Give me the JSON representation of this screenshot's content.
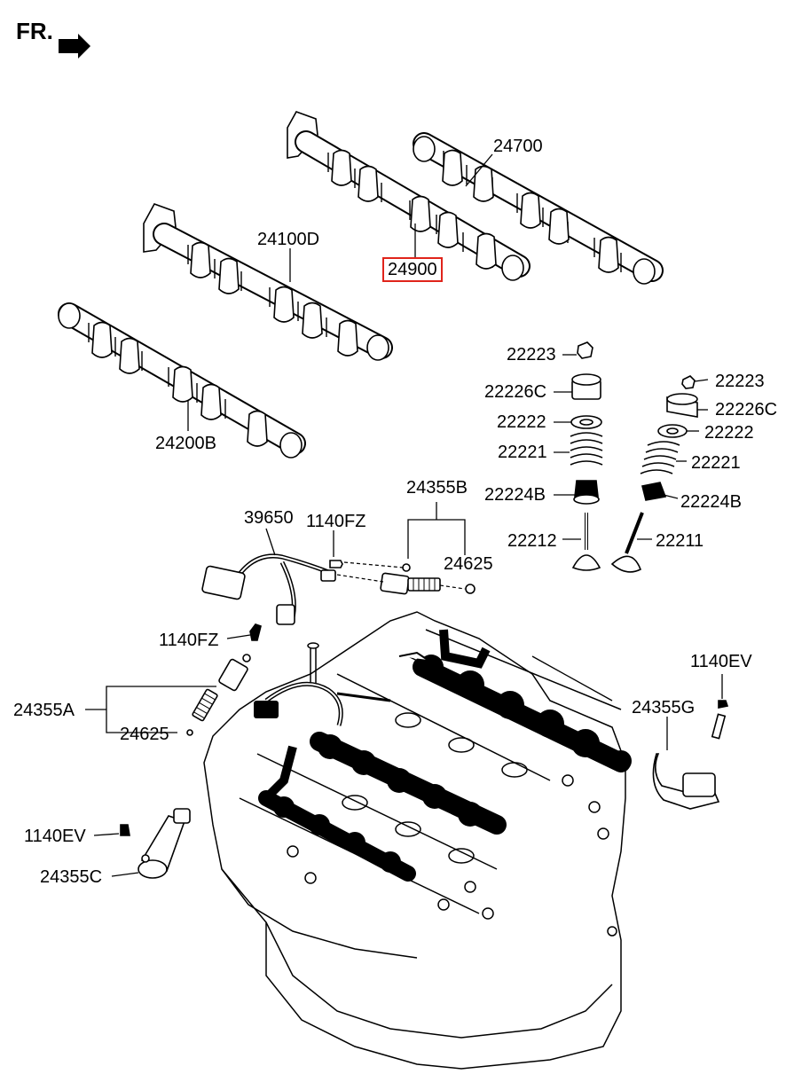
{
  "orientation": {
    "text": "FR.",
    "arrow_icon": "front-direction-arrow-icon"
  },
  "highlight_color": "#e0241b",
  "labels": {
    "p24700": "24700",
    "p24900": "24900",
    "p24100D": "24100D",
    "p24200B": "24200B",
    "p22223_l": "22223",
    "p22226C_l": "22226C",
    "p22222_l": "22222",
    "p22221_l": "22221",
    "p22224B_l": "22224B",
    "p22212": "22212",
    "p22223_r": "22223",
    "p22226C_r": "22226C",
    "p22222_r": "22222",
    "p22221_r": "22221",
    "p22224B_r": "22224B",
    "p22211": "22211",
    "p24355B": "24355B",
    "p39650": "39650",
    "p1140FZ_top": "1140FZ",
    "p24625_top": "24625",
    "p1140FZ_mid": "1140FZ",
    "p24355A": "24355A",
    "p24625_bot": "24625",
    "p1140EV_r": "1140EV",
    "p24355G": "24355G",
    "p1140EV_l": "1140EV",
    "p24355C": "24355C"
  }
}
